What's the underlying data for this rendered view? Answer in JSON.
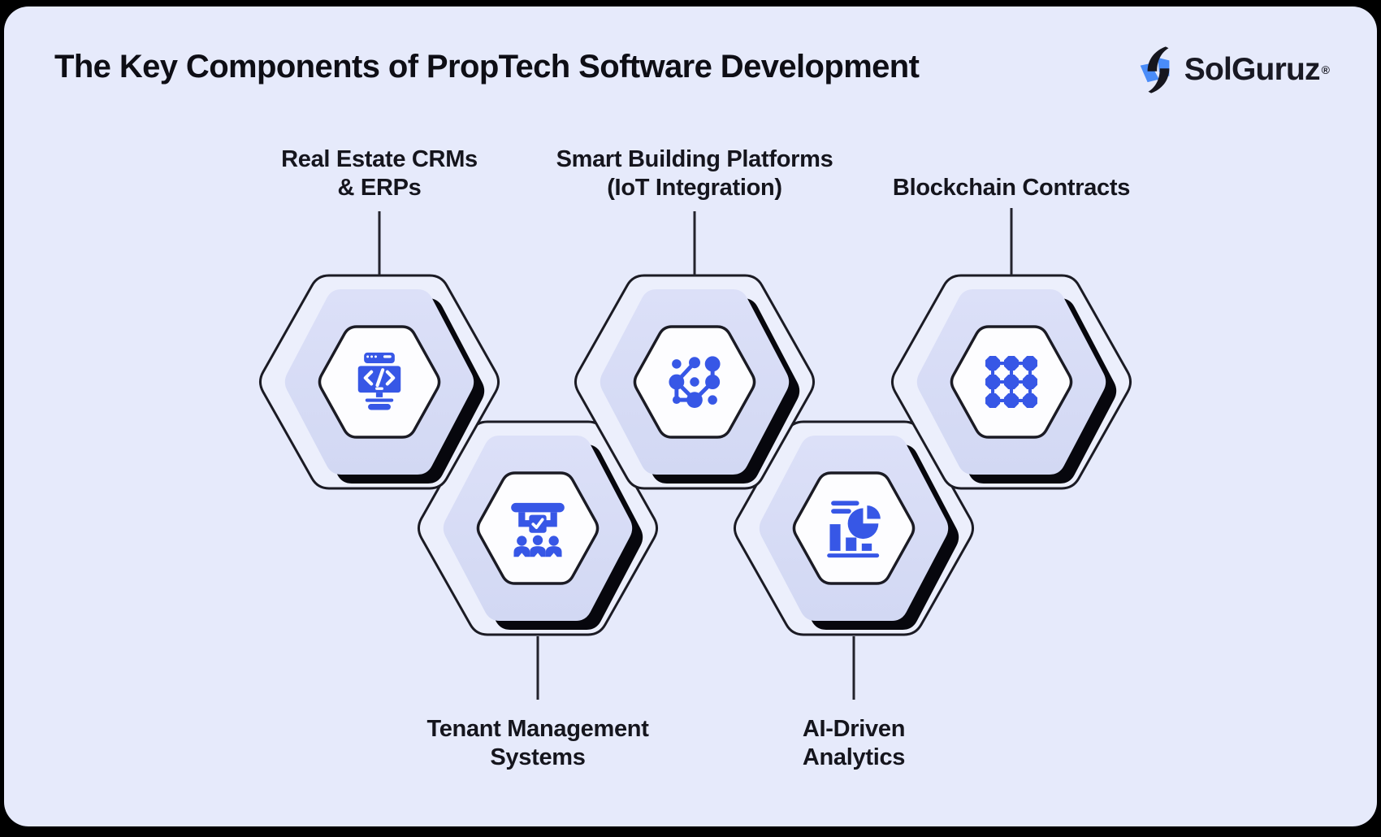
{
  "page": {
    "background": "#000000",
    "panel_background": "#E6EAFB"
  },
  "header": {
    "title": "The Key Components of PropTech Software Development"
  },
  "logo": {
    "text": "SolGuruz",
    "registered_mark": "®",
    "mark_dark_color": "#16161E",
    "mark_blue_color": "#4A8CF8"
  },
  "colors": {
    "icon_blue": "#3757E6",
    "hex_lavender_top": "#DCE0F8",
    "hex_lavender_bottom": "#D2D8F3",
    "hex_outline_fill": "#ECEFFC",
    "stroke_dark": "#1B1B24",
    "shadow_black": "#07070D",
    "label_text": "#15151D"
  },
  "items": [
    {
      "id": "real-estate-crms-erps",
      "icon": "code-window-monitor-icon",
      "label_lines": [
        "Real Estate CRMs",
        "& ERPs"
      ],
      "label_position": "top"
    },
    {
      "id": "smart-building-platforms",
      "icon": "iot-network-nodes-icon",
      "label_lines": [
        "Smart Building Platforms",
        "(IoT Integration)"
      ],
      "label_position": "top"
    },
    {
      "id": "blockchain-contracts",
      "icon": "blockchain-grid-icon",
      "label_lines": [
        "Blockchain Contracts"
      ],
      "label_position": "top"
    },
    {
      "id": "tenant-management-systems",
      "icon": "tenant-group-check-icon",
      "label_lines": [
        "Tenant Management",
        "Systems"
      ],
      "label_position": "bottom"
    },
    {
      "id": "ai-driven-analytics",
      "icon": "analytics-chart-pie-icon",
      "label_lines": [
        "AI-Driven",
        "Analytics"
      ],
      "label_position": "bottom"
    }
  ]
}
